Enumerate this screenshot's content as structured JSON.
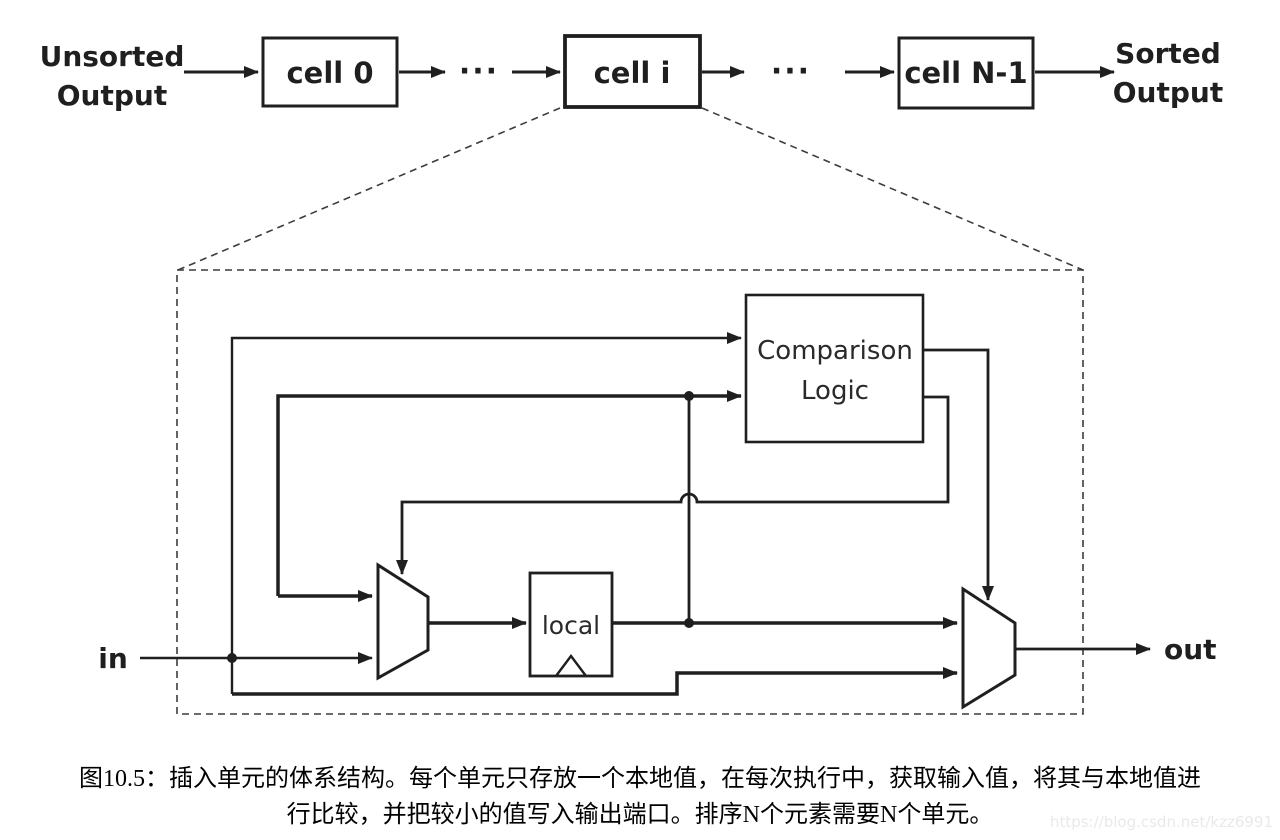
{
  "colors": {
    "ink": "#1f1f1f",
    "dash": "#3c3c3c",
    "background": "#ffffff",
    "watermark": "#e9e9e9"
  },
  "pipeline": {
    "source_line1": "Unsorted",
    "source_line2": "Output",
    "cell0": "cell 0",
    "celli": "cell i",
    "cellN": "cell N-1",
    "dots": "···",
    "sink_line1": "Sorted",
    "sink_line2": "Output"
  },
  "detail": {
    "comparison_line1": "Comparison",
    "comparison_line2": "Logic",
    "local_label": "local",
    "in_label": "in",
    "out_label": "out"
  },
  "caption": {
    "line1": "图10.5：插入单元的体系结构。每个单元只存放一个本地值，在每次执行中，获取输入值，将其与本地值进",
    "line2": "行比较，并把较小的值写入输出端口。排序N个元素需要N个单元。"
  },
  "watermark": "https://blog.csdn.net/kzz6991"
}
